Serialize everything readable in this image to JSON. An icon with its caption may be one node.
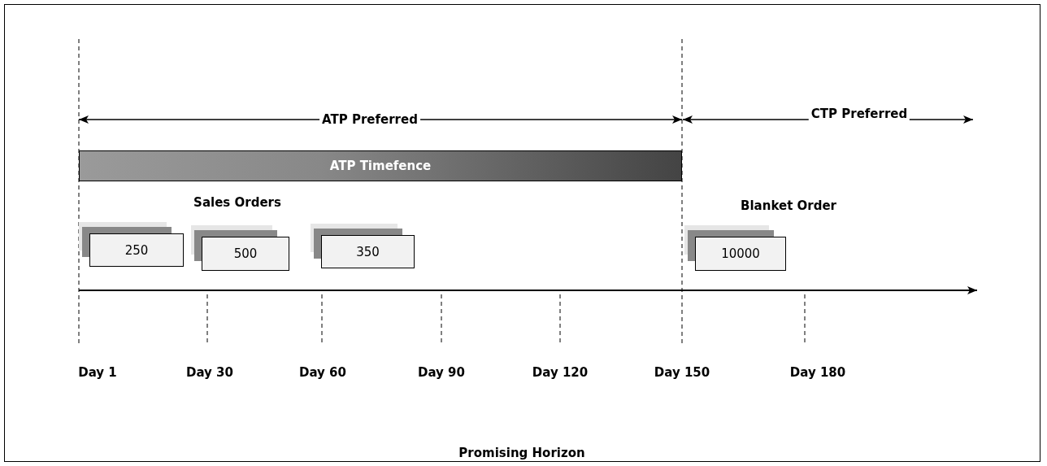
{
  "diagram": {
    "nodes": [
      {
        "text": [
          "ATP Timefence"
        ]
      },
      {
        "text": [
          "250"
        ]
      },
      {
        "text": [
          "500"
        ]
      },
      {
        "text": [
          "350"
        ]
      },
      {
        "text": [
          "10000"
        ]
      }
    ],
    "labels": [
      "ATP Preferred",
      "CTP Preferred",
      "Sales Orders",
      "Blanket Order",
      "Day 1",
      "Day 30",
      "Day 60",
      "Day 90",
      "Day 120",
      "Day 150",
      "Day 180",
      "Promising Horizon"
    ]
  }
}
